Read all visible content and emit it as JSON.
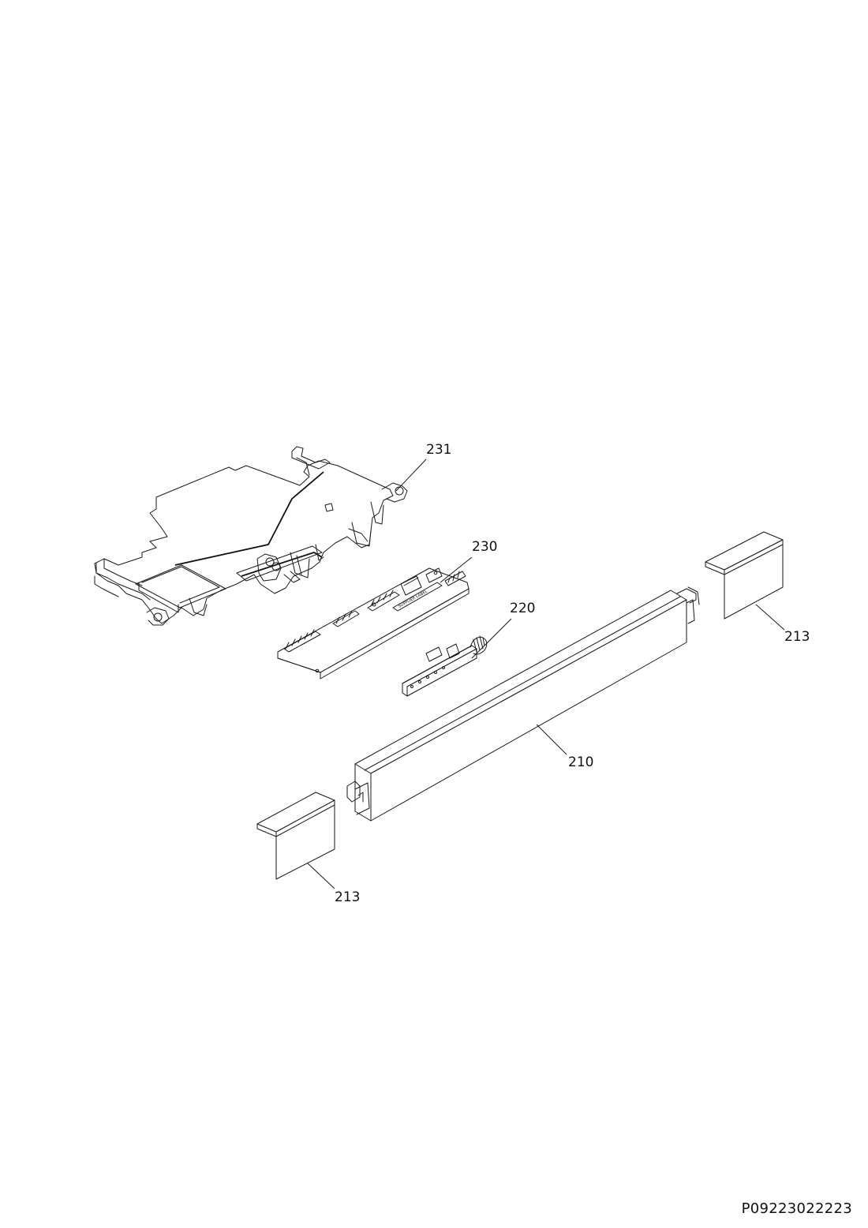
{
  "callouts": {
    "p231": "231",
    "p230": "230",
    "p220": "220",
    "p213_right": "213",
    "p210": "210",
    "p213_left": "213"
  },
  "board_label": "SUPPLIER LABEL",
  "document_code": "P09223022223"
}
